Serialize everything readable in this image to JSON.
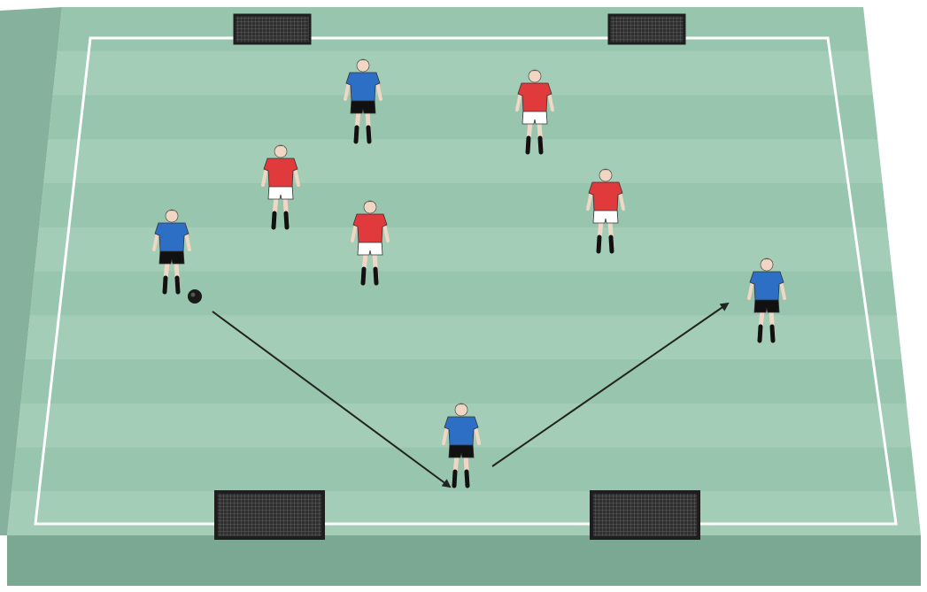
{
  "diagram": {
    "colors": {
      "pitch_light": "#a3cdb6",
      "pitch_dark": "#8fc0a5",
      "pitch_base_front": "#7aa893",
      "pitch_base_side": "#86b29d",
      "field_lines": "#ffffff",
      "goal_frame": "#2a2a2a",
      "goal_net": "#4a4a4a",
      "team_blue_shirt": "#2d6fc4",
      "team_red_shirt": "#e03a3c",
      "shorts_blue_team": "#111111",
      "shorts_red_team": "#ffffff",
      "arrow": "#222222"
    },
    "goals": [
      {
        "id": "goal-top-left",
        "side": "far"
      },
      {
        "id": "goal-top-right",
        "side": "far"
      },
      {
        "id": "goal-bottom-left",
        "side": "near"
      },
      {
        "id": "goal-bottom-right",
        "side": "near"
      }
    ],
    "players": [
      {
        "id": "player-blue-1",
        "team": "blue",
        "facing": "front"
      },
      {
        "id": "player-blue-2",
        "team": "blue",
        "facing": "front"
      },
      {
        "id": "player-blue-3",
        "team": "blue",
        "facing": "back"
      },
      {
        "id": "player-blue-4",
        "team": "blue",
        "facing": "back"
      },
      {
        "id": "player-red-1",
        "team": "red",
        "facing": "front"
      },
      {
        "id": "player-red-2",
        "team": "red",
        "facing": "front"
      },
      {
        "id": "player-red-3",
        "team": "red",
        "facing": "front"
      },
      {
        "id": "player-red-4",
        "team": "red",
        "facing": "front"
      }
    ],
    "ball": {
      "holder": "player-blue-2"
    },
    "arrows": [
      {
        "id": "pass-arrow-1",
        "from": "ball",
        "to": "player-blue-3"
      },
      {
        "id": "pass-arrow-2",
        "from": "player-blue-3",
        "to": "player-blue-4"
      }
    ]
  }
}
